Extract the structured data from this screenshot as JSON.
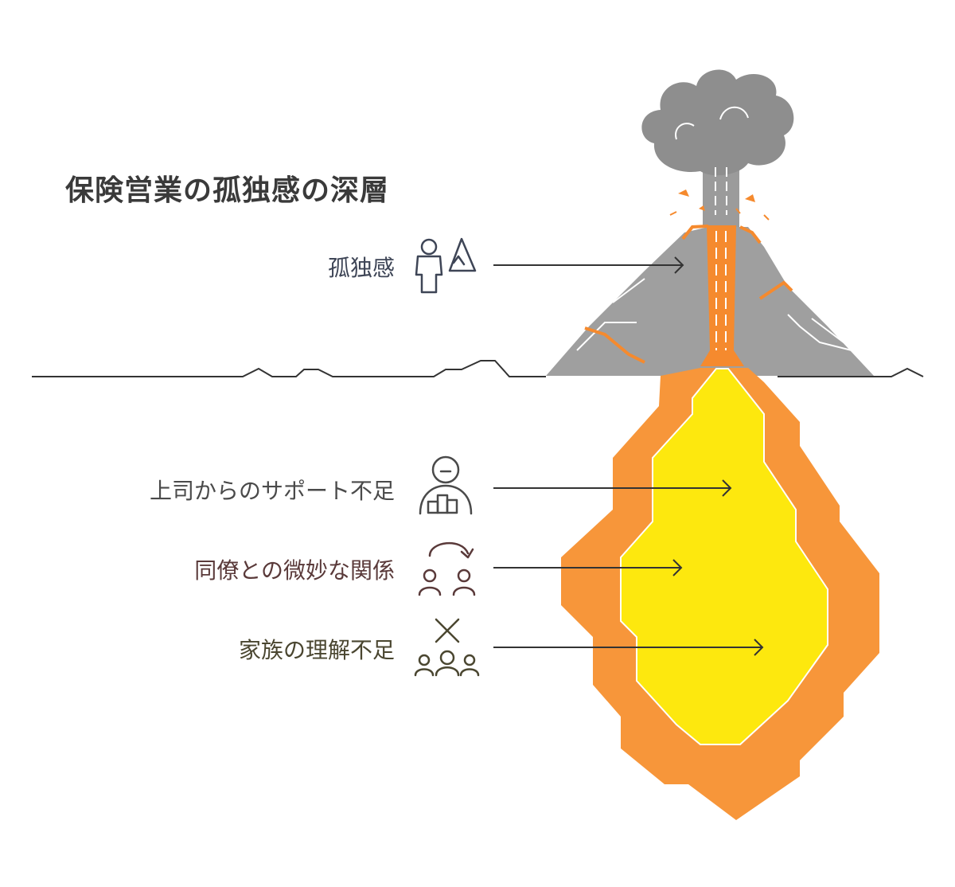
{
  "title": "保険営業の孤独感の深層",
  "layers": [
    {
      "label": "孤独感",
      "icon": "lonely-person-mountain-icon",
      "color": "#3e4556"
    },
    {
      "label": "上司からのサポート不足",
      "icon": "person-with-blocks-icon",
      "color": "#4a4a4a"
    },
    {
      "label": "同僚との微妙な関係",
      "icon": "two-people-cycle-icon",
      "color": "#5a3a3a"
    },
    {
      "label": "家族の理解不足",
      "icon": "family-cross-icon",
      "color": "#4a4630"
    }
  ],
  "colors": {
    "ash": "#8e8e8e",
    "rock": "#9f9f9f",
    "lava_outer": "#f7963a",
    "lava_inner": "#fde80e",
    "vent": "#f58a2e",
    "ground": "#333333"
  }
}
